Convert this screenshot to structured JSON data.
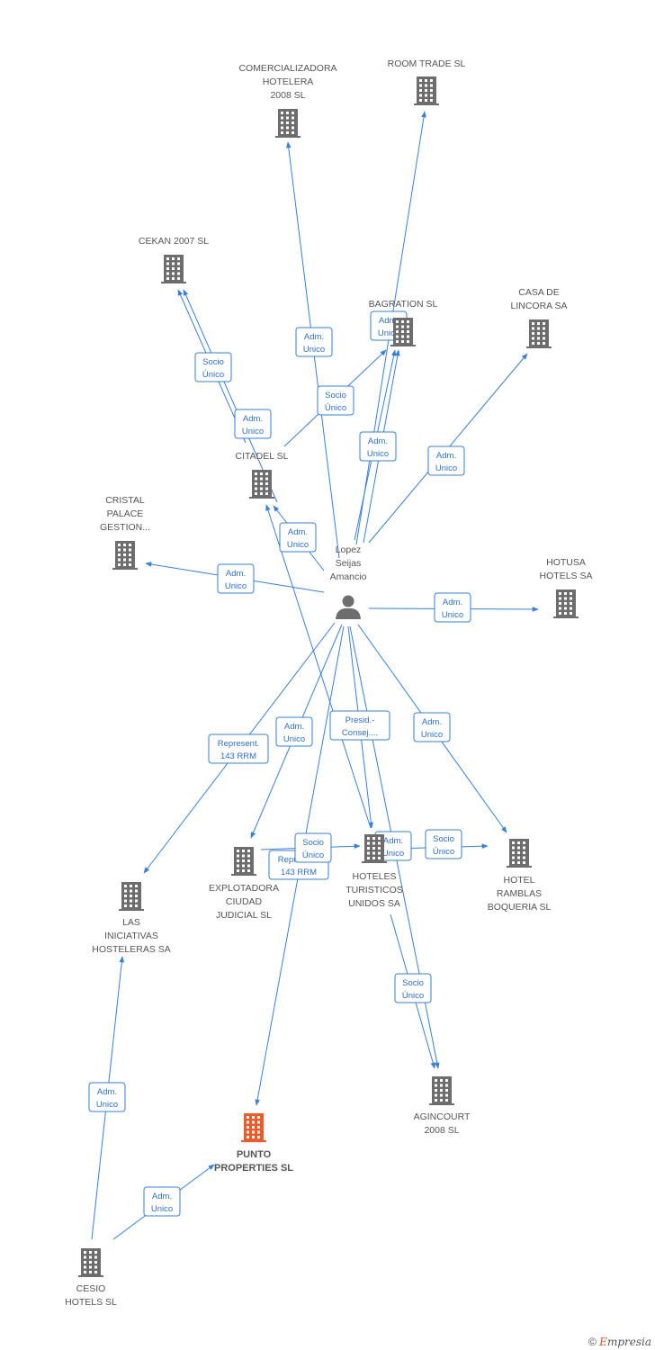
{
  "colors": {
    "edge": "#3a7fd5",
    "building": "#6d6d6d",
    "focus": "#f05a28",
    "person": "#6d6d6d",
    "edge_text": "#2f6fc4"
  },
  "person": {
    "id": "lopez",
    "lines": [
      "Lopez",
      "Seijas",
      "Amancio"
    ],
    "icon": "person-icon"
  },
  "companies": [
    {
      "id": "comercializadora",
      "lines": [
        "COMERCIALIZADORA",
        "HOTELERA",
        "2008 SL"
      ]
    },
    {
      "id": "roomtrade",
      "lines": [
        "ROOM TRADE SL"
      ]
    },
    {
      "id": "cekan",
      "lines": [
        "CEKAN 2007 SL"
      ]
    },
    {
      "id": "bagration",
      "lines": [
        "BAGRATION SL"
      ]
    },
    {
      "id": "casadelincora",
      "lines": [
        "CASA DE",
        "LINCORA SA"
      ]
    },
    {
      "id": "citadel",
      "lines": [
        "CITADEL SL"
      ]
    },
    {
      "id": "cristal",
      "lines": [
        "CRISTAL",
        "PALACE",
        "GESTION..."
      ]
    },
    {
      "id": "hotusa",
      "lines": [
        "HOTUSA",
        "HOTELS SA"
      ]
    },
    {
      "id": "explotadora",
      "lines": [
        "EXPLOTADORA",
        "CIUDAD",
        "JUDICIAL SL"
      ]
    },
    {
      "id": "hoteles",
      "lines": [
        "HOTELES",
        "TURISTICOS",
        "UNIDOS SA"
      ]
    },
    {
      "id": "ramblas",
      "lines": [
        "HOTEL",
        "RAMBLAS",
        "BOQUERIA SL"
      ]
    },
    {
      "id": "iniciativas",
      "lines": [
        "LAS",
        "INICIATIVAS",
        "HOSTELERAS SA"
      ]
    },
    {
      "id": "agincourt",
      "lines": [
        "AGINCOURT",
        "2008 SL"
      ]
    },
    {
      "id": "punto",
      "lines": [
        "PUNTO",
        "PROPERTIES SL"
      ],
      "focus": true
    },
    {
      "id": "cesio",
      "lines": [
        "CESIO",
        "HOTELS  SL"
      ]
    }
  ],
  "edges": [
    {
      "from": "lopez",
      "to": "comercializadora",
      "label": [
        "Adm.",
        "Unico"
      ]
    },
    {
      "from": "lopez",
      "to": "roomtrade",
      "label": [
        "Adm.",
        "Unico"
      ]
    },
    {
      "from": "citadel",
      "to": "cekan",
      "label": [
        "Socio",
        "Único"
      ]
    },
    {
      "from": "lopez",
      "to": "cekan",
      "label": [
        "Adm.",
        "Unico"
      ]
    },
    {
      "from": "citadel",
      "to": "bagration",
      "label": [
        "Socio",
        "Único"
      ]
    },
    {
      "from": "lopez",
      "to": "bagration",
      "label": [
        "Adm.",
        "Unico"
      ]
    },
    {
      "from": "lopez",
      "to": "bagration",
      "label": [
        "Adm.",
        "Unico"
      ]
    },
    {
      "from": "lopez",
      "to": "casadelincora",
      "label": [
        "Adm.",
        "Unico"
      ]
    },
    {
      "from": "lopez",
      "to": "citadel",
      "label": [
        "Adm.",
        "Unico"
      ]
    },
    {
      "from": "lopez",
      "to": "cristal",
      "label": [
        "Adm.",
        "Unico"
      ]
    },
    {
      "from": "lopez",
      "to": "hotusa",
      "label": [
        "Adm.",
        "Unico"
      ]
    },
    {
      "from": "lopez",
      "to": "iniciativas",
      "label": [
        "Represent.",
        "143 RRM"
      ]
    },
    {
      "from": "lopez",
      "to": "explotadora",
      "label": [
        "Adm.",
        "Unico"
      ]
    },
    {
      "from": "lopez",
      "to": "hoteles",
      "label": [
        "Presid.-",
        "Consej...."
      ]
    },
    {
      "from": "lopez",
      "to": "ramblas",
      "label": [
        "Adm.",
        "Unico"
      ]
    },
    {
      "from": "lopez",
      "to": "agincourt",
      "label": [
        "Adm.",
        "Unico"
      ]
    },
    {
      "from": "lopez",
      "to": "punto",
      "label": [
        "Represent.",
        "143 RRM"
      ]
    },
    {
      "from": "explotadora",
      "to": "hoteles",
      "label": [
        "Socio",
        "Único"
      ]
    },
    {
      "from": "hoteles",
      "to": "ramblas",
      "label": [
        "Socio",
        "Único"
      ]
    },
    {
      "from": "hoteles",
      "to": "agincourt",
      "label": [
        "Socio",
        "Único"
      ]
    },
    {
      "from": "cesio",
      "to": "iniciativas",
      "label": [
        "Adm.",
        "Unico"
      ]
    },
    {
      "from": "cesio",
      "to": "punto",
      "label": [
        "Adm.",
        "Unico"
      ]
    }
  ],
  "footer": {
    "copyright": "©",
    "brand_initial": "E",
    "brand_rest": "mpresia"
  }
}
